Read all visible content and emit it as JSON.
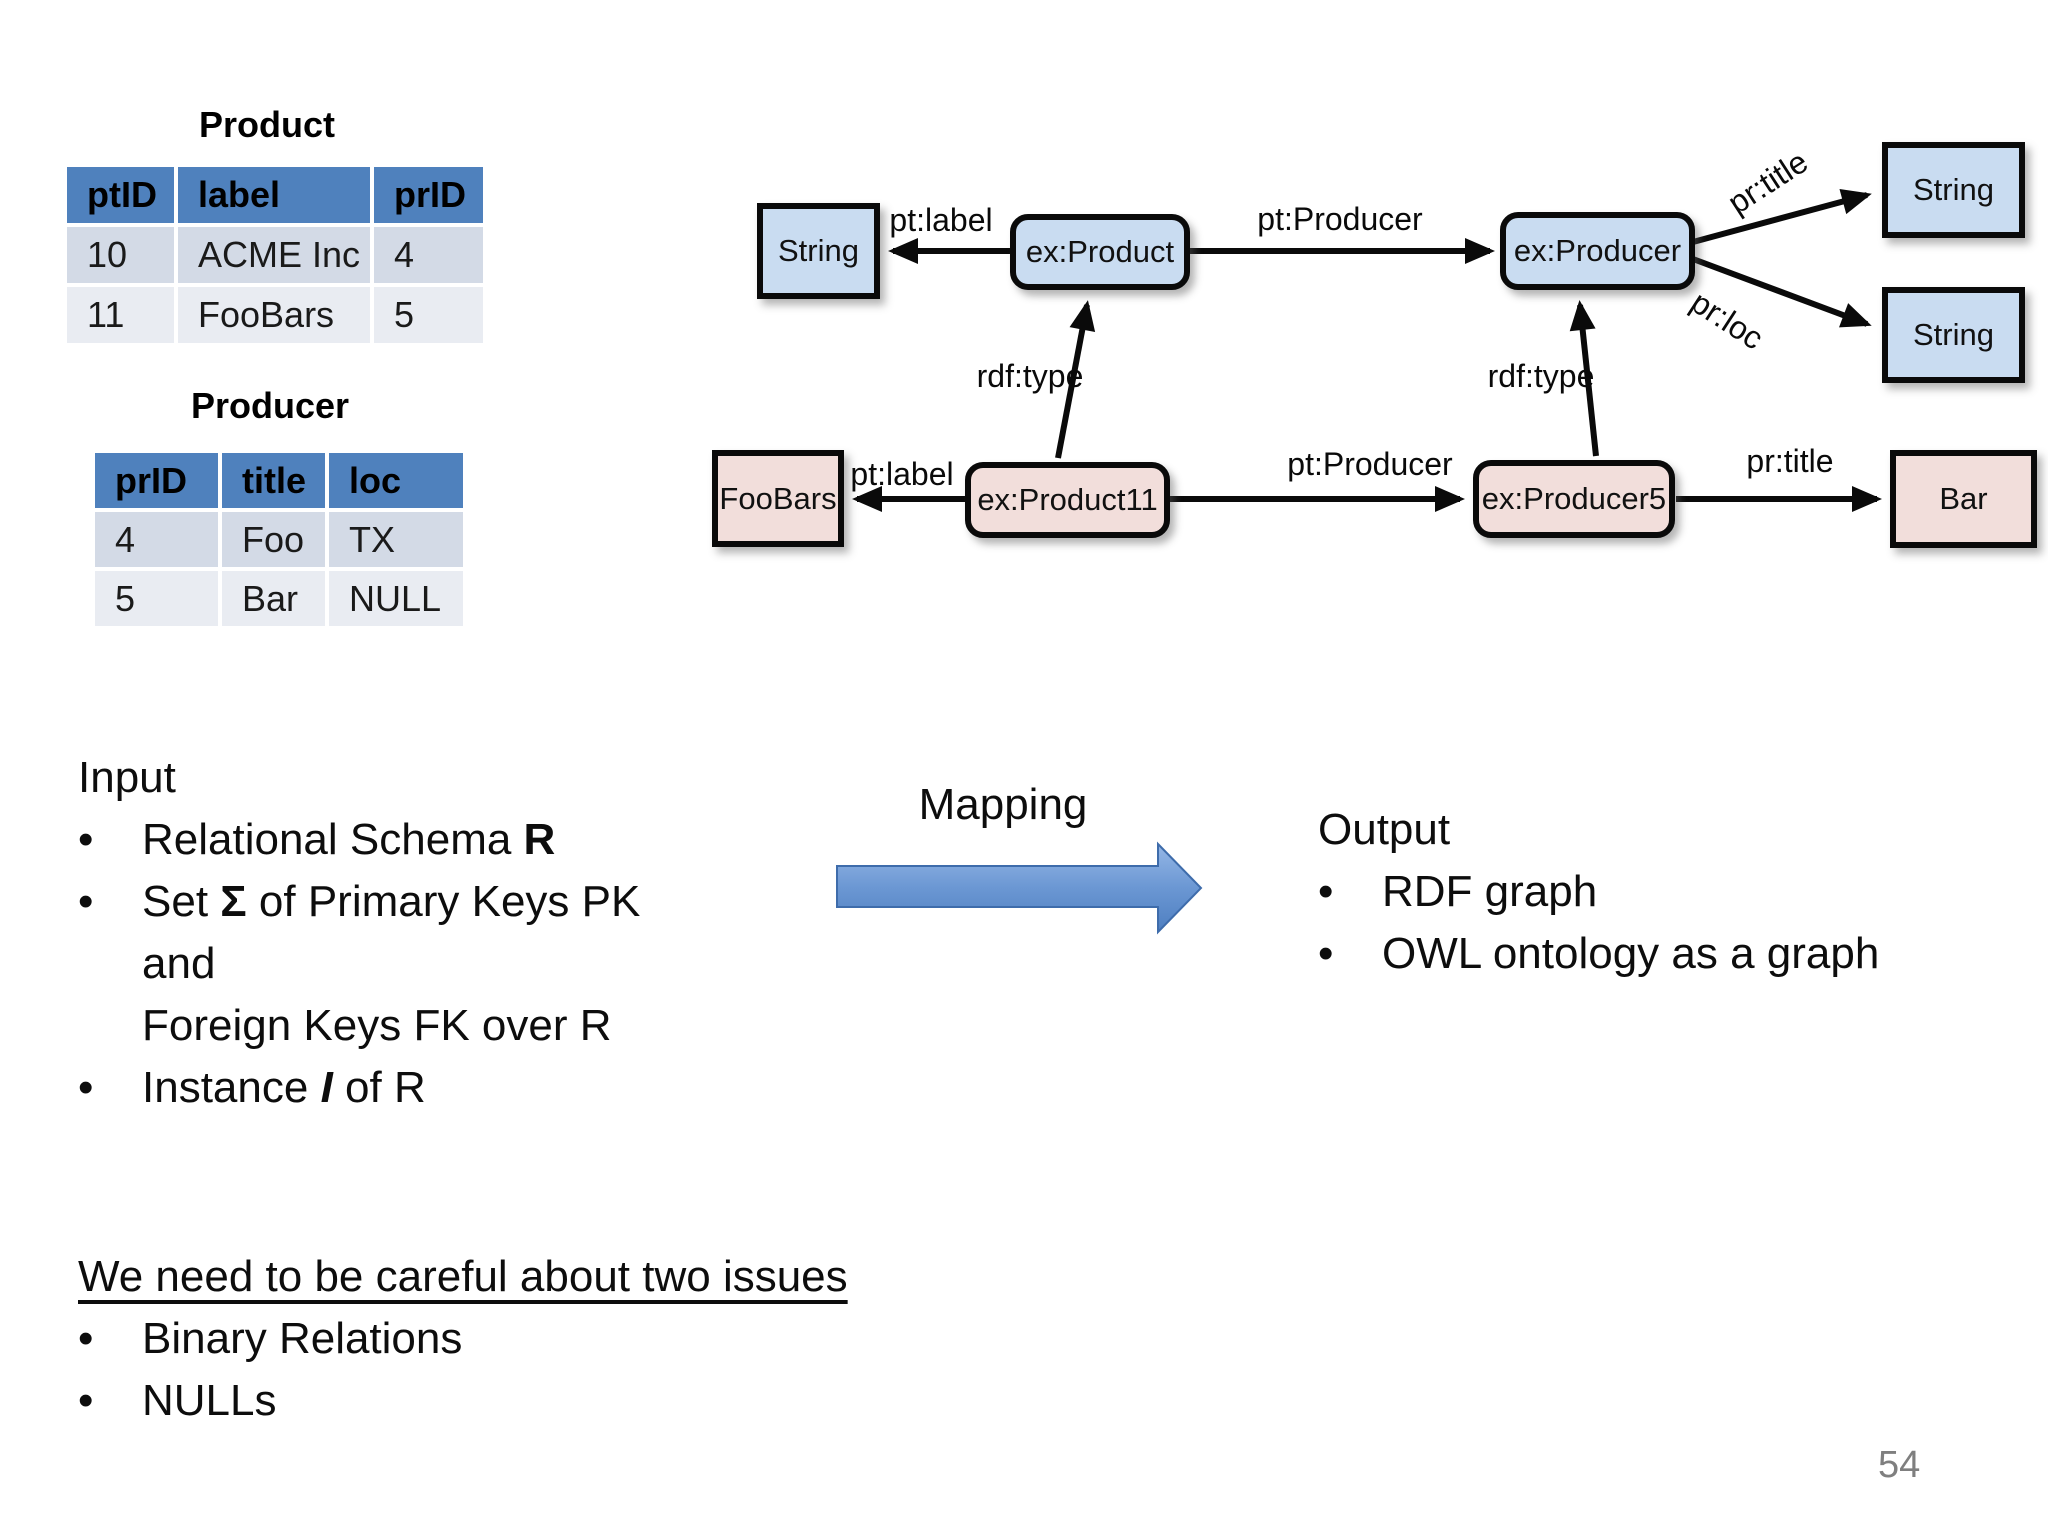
{
  "glyphs": {
    "bullet": "•"
  },
  "tables": {
    "product": {
      "title": "Product",
      "headers": [
        "ptID",
        "label",
        "prID"
      ],
      "rows": [
        [
          "10",
          "ACME Inc",
          "4"
        ],
        [
          "11",
          "FooBars",
          "5"
        ]
      ]
    },
    "producer": {
      "title": "Producer",
      "headers": [
        "prID",
        "title",
        "loc"
      ],
      "rows": [
        [
          "4",
          "Foo",
          "TX"
        ],
        [
          "5",
          "Bar",
          "NULL"
        ]
      ]
    }
  },
  "diagram": {
    "nodes": {
      "string_type": "String",
      "ex_product": "ex:Product",
      "ex_producer": "ex:Producer",
      "foobars": "FooBars",
      "ex_product11": "ex:Product11",
      "ex_producer5": "ex:Producer5",
      "bar": "Bar"
    },
    "edge_labels": {
      "pt_label_top": "pt:label",
      "pt_producer_top": "pt:Producer",
      "rdf_type_left": "rdf:type",
      "rdf_type_right": "rdf:type",
      "pr_title_rotated": "pr:title",
      "pr_loc_rotated": "pr:loc",
      "pt_label_bottom": "pt:label",
      "pt_producer_bottom": "pt:Producer",
      "pr_title_bottom": "pr:title"
    },
    "colors": {
      "class_node_fill": "#c9dcf1",
      "instance_node_fill": "#f2dedb",
      "node_border": "#0a0a0a",
      "table_header": "#4f81bd",
      "table_row_odd": "#d3dae6",
      "table_row_even": "#e9ecf2",
      "mapping_arrow": "#6b97d3"
    }
  },
  "io": {
    "input": {
      "heading": "Input",
      "b1_pre": "Relational Schema ",
      "b1_bold": "R",
      "b2_pre": "Set ",
      "b2_sigma": "Σ",
      "b2_post": " of Primary Keys PK and",
      "b2_line2": "Foreign Keys FK over R",
      "b3_pre": "Instance ",
      "b3_bold_italic": "I",
      "b3_post": " of R"
    },
    "mapping_label": "Mapping",
    "output": {
      "heading": "Output",
      "bullets": [
        "RDF graph",
        "OWL ontology as a graph"
      ]
    }
  },
  "notes": {
    "title": "We need to be careful about two issues",
    "bullets": [
      "Binary Relations",
      "NULLs"
    ]
  },
  "page_number": "54"
}
